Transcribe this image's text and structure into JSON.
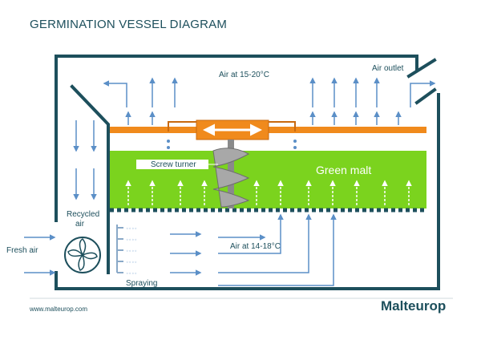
{
  "title": "GERMINATION VESSEL DIAGRAM",
  "labels": {
    "air_top": "Air at 15-20°C",
    "air_outlet": "Air outlet",
    "screw_turner": "Screw turner",
    "green_malt": "Green malt",
    "recycled_air": "Recycled\nair",
    "recycled_air_line1": "Recycled",
    "recycled_air_line2": "air",
    "fresh_air": "Fresh air",
    "air_bottom": "Air at 14-18°C",
    "spraying": "Spraying"
  },
  "footer": {
    "url": "www.malteurop.com",
    "logo": "Malteurop"
  },
  "colors": {
    "wall": "#1d4f5c",
    "green_malt": "#7bd31e",
    "screw_bar": "#f08a1c",
    "arrow": "#5b8fc7",
    "text": "#1d4f5c"
  }
}
